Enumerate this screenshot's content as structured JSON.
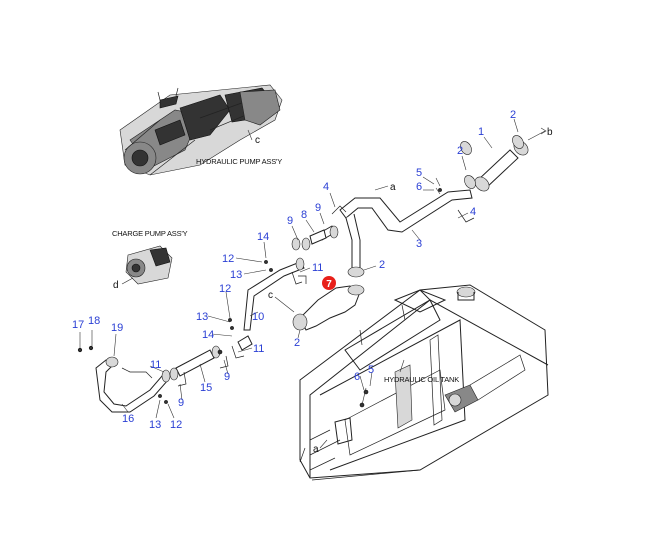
{
  "labels": {
    "hydraulic_pump": "HYDRAULIC PUMP ASS'Y",
    "charge_pump": "CHARGE PUMP ASS'Y",
    "hydraulic_tank": "HYDRAULIC OIL TANK"
  },
  "refs": {
    "a1": "a",
    "a2": "a",
    "b": "b",
    "c1": "c",
    "c2": "c",
    "d": "d"
  },
  "callouts": {
    "n1": "1",
    "n2_top": "2",
    "n2_a": "2",
    "n2_b": "2",
    "n2_c": "2",
    "n3": "3",
    "n4_a": "4",
    "n4_b": "4",
    "n5_a": "5",
    "n5_b": "5",
    "n6_a": "6",
    "n6_b": "6",
    "n8": "8",
    "n9_a": "9",
    "n9_b": "9",
    "n9_c": "9",
    "n9_d": "9",
    "n10": "10",
    "n11_a": "11",
    "n11_b": "11",
    "n11_c": "11",
    "n12_a": "12",
    "n12_b": "12",
    "n12_c": "12",
    "n13_a": "13",
    "n13_b": "13",
    "n13_c": "13",
    "n14_a": "14",
    "n14_b": "14",
    "n15": "15",
    "n16": "16",
    "n17": "17",
    "n18": "18",
    "n19": "19"
  },
  "highlight": {
    "number": "7",
    "color": "#e8201a"
  },
  "colors": {
    "callout": "#2a3fd4",
    "line": "#222222"
  }
}
